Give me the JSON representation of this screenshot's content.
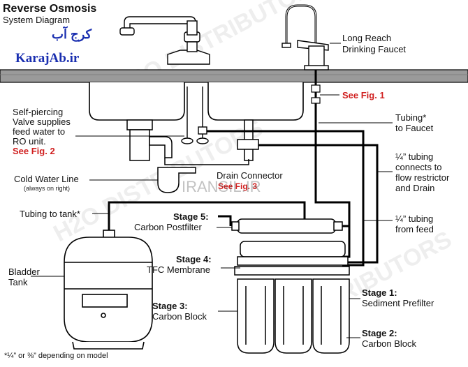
{
  "title": {
    "line1": "Reverse Osmosis",
    "line2": "System Diagram"
  },
  "brand": {
    "persian": "کرج آب",
    "latin": "KarajAb.ir",
    "color": "#1a2fb0"
  },
  "overlay_text": "IRANSIL.IR",
  "labels": {
    "faucet": [
      "Long Reach",
      "Drinking Faucet"
    ],
    "see_fig1": "See Fig. 1",
    "valve": [
      "Self-piercing",
      "Valve supplies",
      "feed water to",
      "RO unit."
    ],
    "see_fig2": "See Fig. 2",
    "cold_water": "Cold Water Line",
    "cold_water_note": "(always on right)",
    "drain_connector": "Drain Connector",
    "see_fig3": "See Fig. 3",
    "tubing_faucet": [
      "Tubing*",
      "to Faucet"
    ],
    "tubing_restrictor": [
      "¼” tubing",
      "connects to",
      "flow restrictor",
      "and Drain"
    ],
    "tubing_tank": "Tubing to tank*",
    "tubing_feed": [
      "¼” tubing",
      "from feed"
    ],
    "bladder_tank": [
      "Bladder",
      "Tank"
    ],
    "footnote": "*¼” or ⅜” depending on model"
  },
  "stages": [
    {
      "stage": "Stage 5:",
      "name": "Carbon Postfilter"
    },
    {
      "stage": "Stage 4:",
      "name": "TFC Membrane"
    },
    {
      "stage": "Stage 3:",
      "name": "Carbon Block"
    },
    {
      "stage": "Stage 1:",
      "name": "Sediment Prefilter"
    },
    {
      "stage": "Stage 2:",
      "name": "Carbon Block"
    }
  ],
  "watermark": "H2O DISTRIBUTORS",
  "colors": {
    "line": "#000000",
    "highlight_red": "#d01f1f",
    "counter_gray": "#9a9a9a"
  }
}
